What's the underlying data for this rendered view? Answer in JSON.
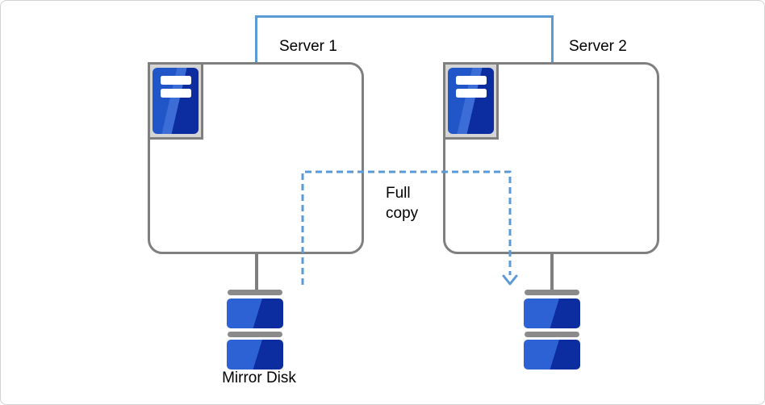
{
  "diagram": {
    "type": "server-disk-mirroring-architecture",
    "servers": [
      {
        "id": "server1",
        "label": "Server 1"
      },
      {
        "id": "server2",
        "label": "Server 2"
      }
    ],
    "connection_label": "Full copy",
    "disk_label": "Mirror Disk",
    "icons": {
      "server_icon": "server-tower-icon",
      "disk_icon": "disk-stack-icon",
      "arrow_icon": "arrow-down-icon"
    },
    "colors": {
      "connector_blue": "#5b9bd5",
      "box_border_gray": "#7f7f7f",
      "icon_panel_gray": "#d5d5d5",
      "disk_cap_gray": "#8a8a8a",
      "server_blue": "#2156c8",
      "server_blue_dark": "#0b2da0",
      "disk_blue": "#2c62d4",
      "text": "#000000"
    }
  }
}
